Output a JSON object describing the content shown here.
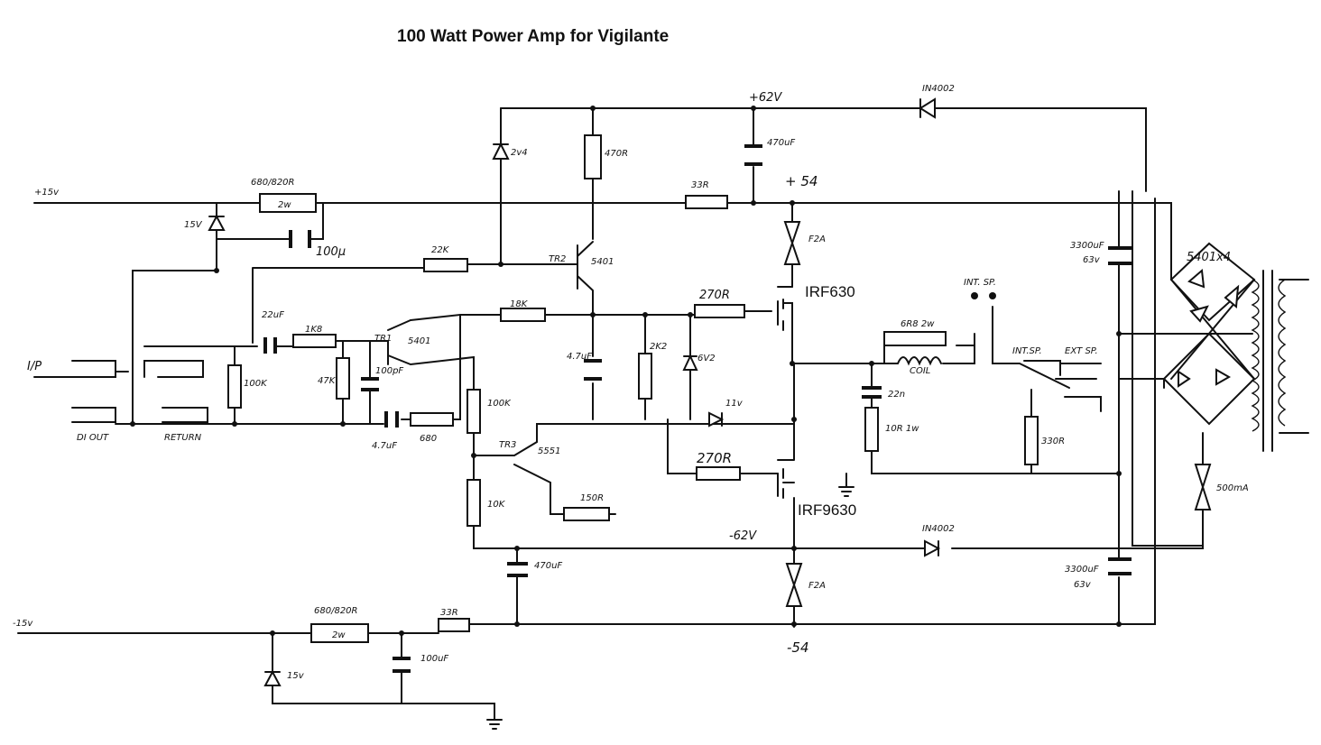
{
  "title": "100 Watt Power Amp for Vigilante",
  "rails": {
    "p62": "+62V",
    "m62": "-62V",
    "p54": "+ 54",
    "m54": "-54",
    "p15": "+15v",
    "m15": "-15v"
  },
  "io": {
    "input": "I/P",
    "di_out": "DI OUT",
    "return": "RETURN",
    "int_sp": "INT. SP.",
    "int_spkr_sw": "INT.SP.",
    "ext_sp": "EXT SP."
  },
  "parts": {
    "d_top": "IN4002",
    "d_bottom": "IN4002",
    "zener_top": "2v4",
    "r470": "470R",
    "c470_top": "470uF",
    "r_p15": "680/820R",
    "r_p15_w": "2w",
    "zener15_top": "15V",
    "c100": "100µ",
    "r33_top": "33R",
    "fuse_top": "F2A",
    "c3300_top": "3300uF",
    "c3300_top_v": "63v",
    "bridge": "5401x4",
    "r22k": "22K",
    "tr2": "TR2",
    "tr2_part": "5401",
    "r18k": "18K",
    "r270_top": "270R",
    "q_top": "IRF630",
    "c22u": "22uF",
    "r1k8": "1K8",
    "tr1": "TR1",
    "tr1_part": "5401",
    "r100k_in": "100K",
    "r47k": "47K",
    "c100p": "100pF",
    "c47u_a": "4.7uF",
    "r2k2": "2K2",
    "zener6v2": "6V2",
    "c47u_b": "4.7uF",
    "r680": "680",
    "r100k_b": "100K",
    "zener11": "11v",
    "r68": "6R8 2w",
    "coil": "COIL",
    "c22n": "22n",
    "r10": "10R 1w",
    "r330": "330R",
    "tr3": "TR3",
    "tr3_part": "5551",
    "r10k": "10K",
    "r150": "150R",
    "r270_bot": "270R",
    "q_bot": "IRF9630",
    "c470_bot": "470uF",
    "fuse_bot": "F2A",
    "fuse_xfmr": "500mA",
    "c3300_bot": "3300uF",
    "c3300_bot_v": "63v",
    "r_m15": "680/820R",
    "r_m15_w": "2w",
    "r33_bot": "33R",
    "c100_bot": "100uF",
    "zener15_bot": "15v"
  }
}
